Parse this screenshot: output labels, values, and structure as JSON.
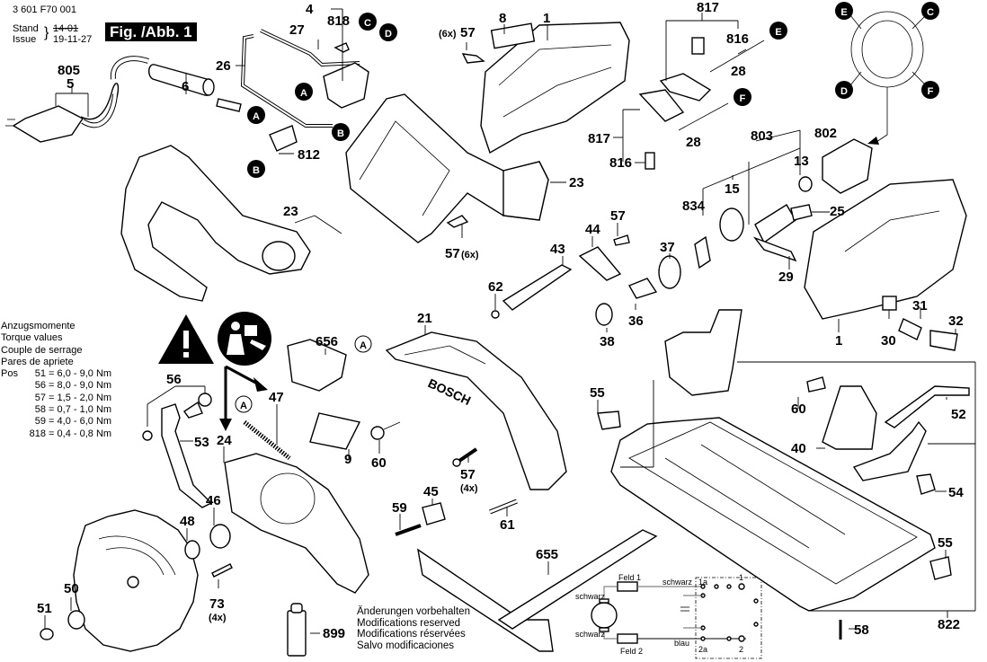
{
  "header": {
    "part_number": "3 601 F70 001",
    "stand_label": "Stand",
    "issue_label": "Issue",
    "old_date_struck": "14-01",
    "issue_date": "19-11-27",
    "figure_label": "Fig. /Abb. 1"
  },
  "torque": {
    "titles": [
      "Anzugsmomente",
      "Torque values",
      "Couple de serrage",
      "Pares de apriete"
    ],
    "pos_label": "Pos",
    "rows": [
      {
        "pos": "51",
        "value": "6,0 - 9,0 Nm"
      },
      {
        "pos": "56",
        "value": "8,0 - 9,0 Nm"
      },
      {
        "pos": "57",
        "value": "1,5 - 2,0 Nm"
      },
      {
        "pos": "58",
        "value": "0,7 - 1,0 Nm"
      },
      {
        "pos": "59",
        "value": "4,0 - 6,0 Nm"
      },
      {
        "pos": "818",
        "value": "0,4 - 0,8 Nm"
      }
    ]
  },
  "notes": [
    "Änderungen vorbehalten",
    "Modifications reserved",
    "Modifications réservées",
    "Salvo modificaciones"
  ],
  "connectors": [
    "A",
    "B",
    "C",
    "D",
    "E",
    "F"
  ],
  "symbols": [
    "warning-triangle",
    "read-manual"
  ],
  "wiring": {
    "field1": "Feld 1",
    "field2": "Feld 2",
    "black": "schwarz",
    "blue": "blau",
    "terminals": [
      "1a",
      "1",
      "2a",
      "2"
    ]
  },
  "part_labels": {
    "p805": "805",
    "p5": "5",
    "p6": "6",
    "p26": "26",
    "p27": "27",
    "p4": "4",
    "p818": "818",
    "p812": "812",
    "p23a": "23",
    "p23b": "23",
    "p8": "8",
    "p1a": "1",
    "p57a": "57",
    "x6a": "(6x)",
    "p817a": "817",
    "p816a": "816",
    "p28a": "28",
    "p817b": "817",
    "p816b": "816",
    "p28b": "28",
    "p803": "803",
    "p802": "802",
    "p13": "13",
    "p15": "15",
    "p834": "834",
    "p25": "25",
    "p29": "29",
    "p57b": "57",
    "x6b": "(6x)",
    "p44": "44",
    "p57c": "57",
    "p43": "43",
    "p37": "37",
    "p62": "62",
    "p36": "36",
    "p38": "38",
    "p1b": "1",
    "p30": "30",
    "p31": "31",
    "p32": "32",
    "p21": "21",
    "p656": "656",
    "p56": "56",
    "p53": "53",
    "p24": "24",
    "p47": "47",
    "p9": "9",
    "p60a": "60",
    "p57d": "57",
    "x4a": "(4x)",
    "p46": "46",
    "p48": "48",
    "p50": "50",
    "p51": "51",
    "p73": "73",
    "x4b": "(4x)",
    "p59": "59",
    "p45": "45",
    "p61": "61",
    "p655": "655",
    "p899": "899",
    "p55a": "55",
    "p60b": "60",
    "p52": "52",
    "p40": "40",
    "p54": "54",
    "p55b": "55",
    "p822": "822",
    "p58": "58"
  },
  "brand_mark": "BOSCH"
}
